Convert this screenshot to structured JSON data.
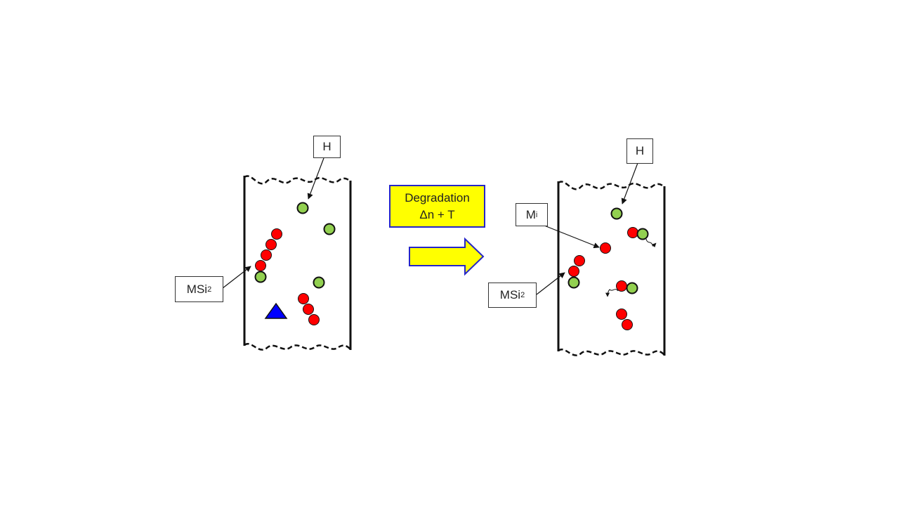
{
  "labels": {
    "left_h": "H",
    "left_msi2": {
      "base": "MSi",
      "sub": "2"
    },
    "right_h": "H",
    "right_mi": {
      "base": "M",
      "sub": "i"
    },
    "right_msi2": {
      "base": "MSi",
      "sub": "2"
    }
  },
  "process": {
    "line1": "Degradation",
    "line2": "Δn + T"
  },
  "colors": {
    "metal_atom": "#ff0000",
    "hydrogen_atom": "#92d050",
    "defect_triangle": "#0000ff",
    "arrow_fill": "#ffff00",
    "arrow_border": "#2525c8",
    "outline": "#111111"
  }
}
